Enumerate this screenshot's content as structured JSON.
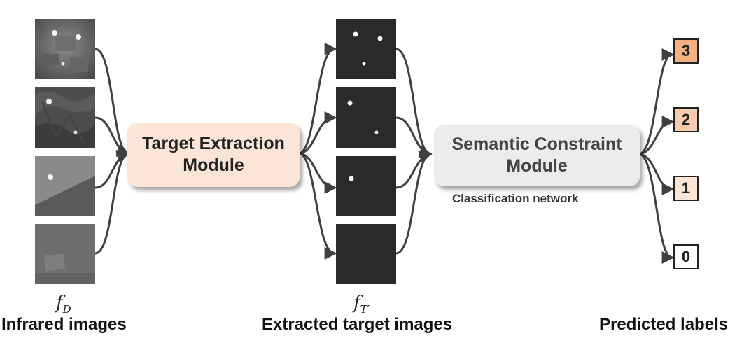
{
  "infrared": {
    "caption": "Infrared images",
    "symbol": "f",
    "symbol_sub": "D"
  },
  "target_module": {
    "line1": "Target Extraction",
    "line2": "Module"
  },
  "extracted": {
    "caption": "Extracted target images",
    "symbol": "f",
    "symbol_sub": "T′"
  },
  "semantic_module": {
    "line1": "Semantic Constraint",
    "line2": "Module",
    "subcaption": "Classification network"
  },
  "predicted": {
    "caption": "Predicted labels",
    "labels": [
      {
        "value": "3",
        "color": "#f4b183"
      },
      {
        "value": "2",
        "color": "#f8cbad"
      },
      {
        "value": "1",
        "color": "#fbe5d6"
      },
      {
        "value": "0",
        "color": "#ffffff"
      }
    ]
  },
  "colors": {
    "arrow": "#404040",
    "target_module_fill": "#fbe5d6",
    "semantic_module_fill": "#ececec"
  }
}
